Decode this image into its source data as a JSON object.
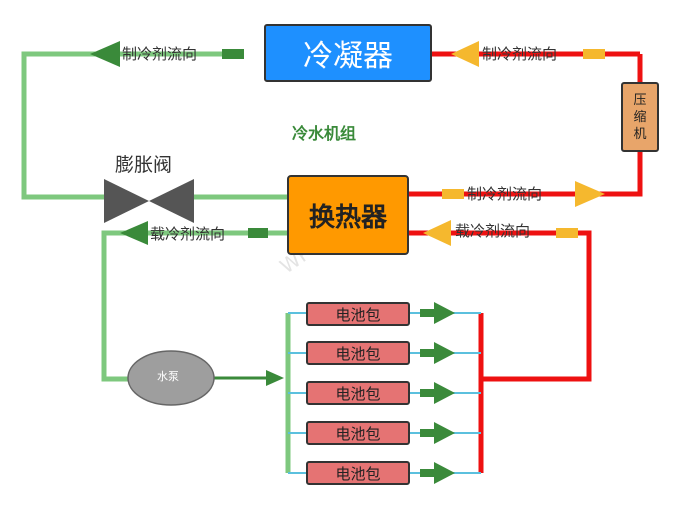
{
  "title": "冷水机组",
  "components": {
    "condenser": "冷凝器",
    "heat_exchanger": "换热器",
    "compressor": "压缩机",
    "expansion_valve": "膨胀阀",
    "pump": "水泵",
    "battery_packs": [
      "电池包",
      "电池包",
      "电池包",
      "电池包",
      "电池包"
    ]
  },
  "flow_labels": {
    "refrigerant_top_left": "制冷剂流向",
    "refrigerant_top_right": "制冷剂流向",
    "refrigerant_right_mid": "制冷剂流向",
    "coolant_left": "载冷剂流向",
    "coolant_right": "载冷剂流向"
  },
  "watermark": "WPS",
  "colors": {
    "refrigerant_line": "#7ec87e",
    "hot_line": "#ee1111",
    "coolant_branch": "#5bc0de",
    "arrow_green": "#3a8a3a",
    "arrow_yellow": "#f5b82e",
    "condenser_fill": "#1e90ff",
    "exchanger_fill": "#ff9900",
    "compressor_fill": "#e8a56a",
    "battery_fill": "#e57373",
    "pump_fill": "#9e9e9e",
    "valve_fill": "#555555",
    "title_color": "#3a8a3a"
  }
}
